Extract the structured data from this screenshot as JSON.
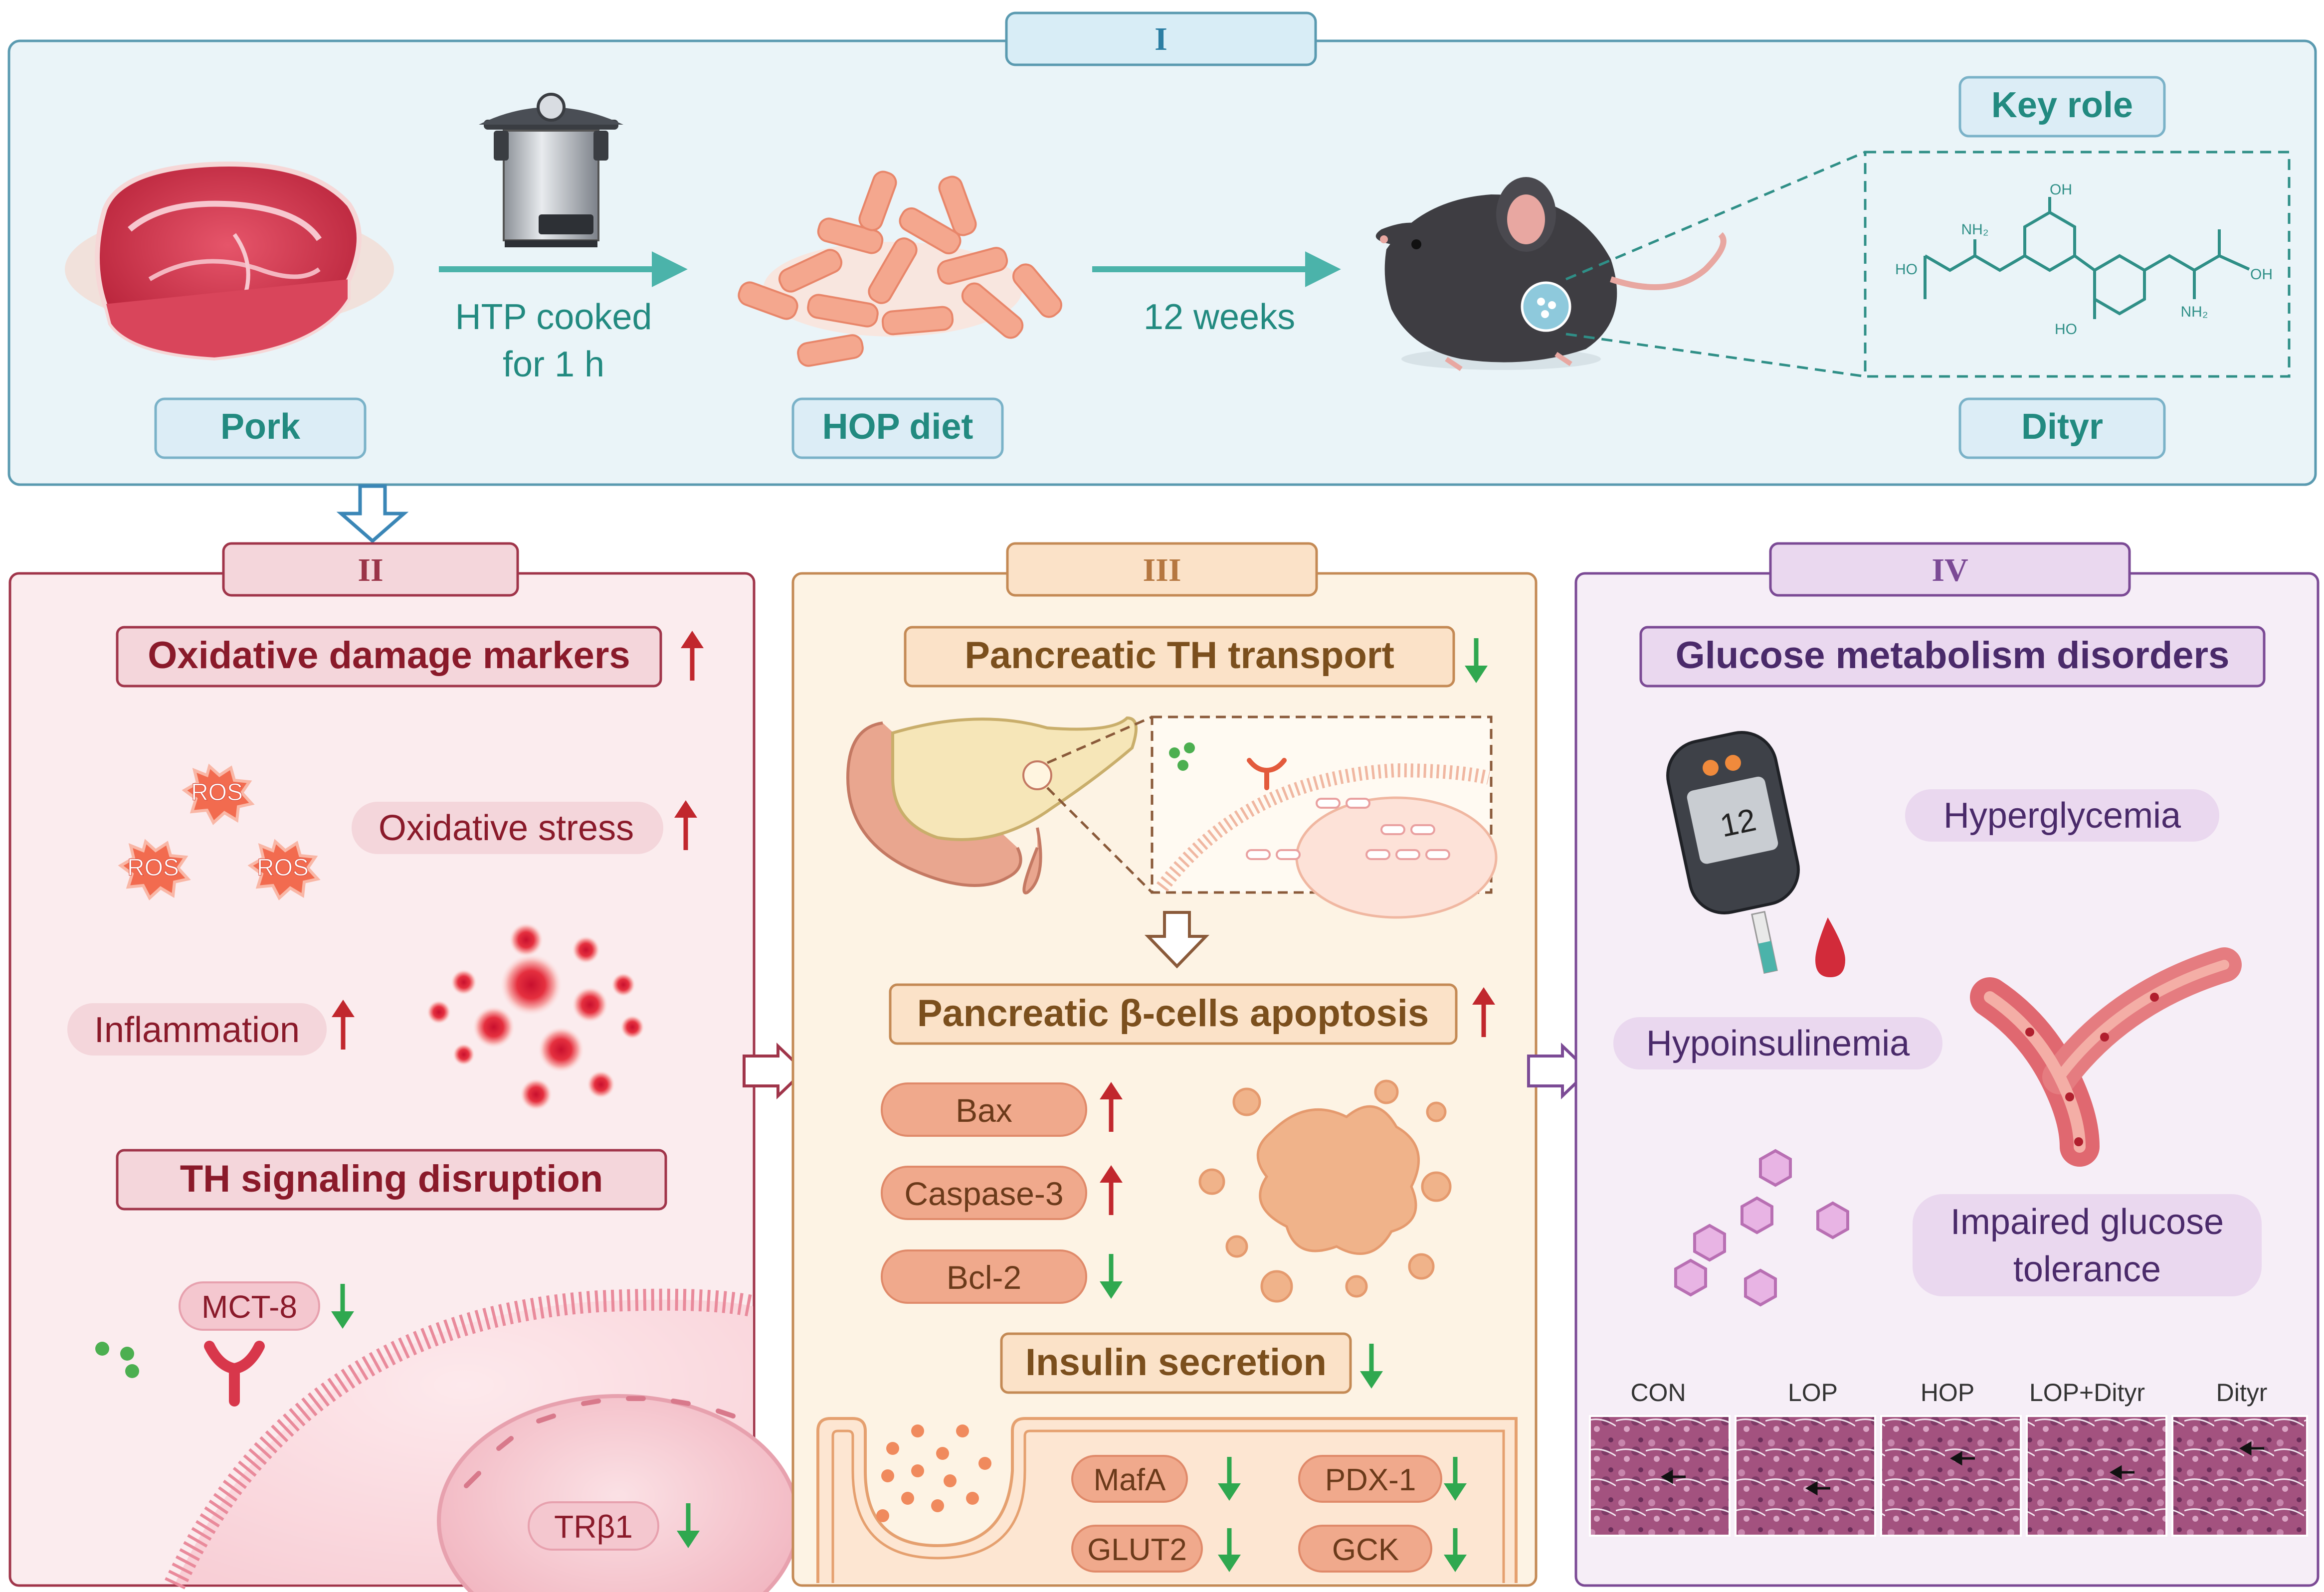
{
  "colors": {
    "teal": "#2f8f87",
    "teal_text": "#228a80",
    "dark_red": "#8a1a2a",
    "brown": "#7b4f1d",
    "purple": "#4a2a6a",
    "arrow_up": "#c1272d",
    "arrow_down": "#2fa84f",
    "panel1_bg": "#eaf4f8",
    "panel2_bg": "#fbecee",
    "panel3_bg": "#fdf3e4",
    "panel4_bg": "#f6eef7"
  },
  "panel1": {
    "label": "I",
    "pork": "Pork",
    "cook_line1": "HTP cooked",
    "cook_line2": "for 1 h",
    "hop_diet": "HOP diet",
    "duration": "12 weeks",
    "key_role": "Key role",
    "dityr": "Dityr",
    "molecule": {
      "nh2_a": "NH₂",
      "oh_a": "OH",
      "ho_a": "HO",
      "oh_b": "OH",
      "ho_b": "HO",
      "nh2_b": "NH₂"
    }
  },
  "panel2": {
    "label": "II",
    "oxidative_damage": "Oxidative damage markers",
    "ros": "ROS",
    "oxidative_stress": "Oxidative stress",
    "inflammation": "Inflammation",
    "th_signaling": "TH signaling disruption",
    "mct8": "MCT-8",
    "trb1": "TRβ1"
  },
  "panel3": {
    "label": "III",
    "th_transport": "Pancreatic TH transport",
    "beta_apoptosis": "Pancreatic β-cells apoptosis",
    "bax": "Bax",
    "caspase3": "Caspase-3",
    "bcl2": "Bcl-2",
    "insulin_secretion": "Insulin secretion",
    "mafa": "MafA",
    "pdx1": "PDX-1",
    "glut2": "GLUT2",
    "gck": "GCK"
  },
  "panel4": {
    "label": "IV",
    "glucose_disorders": "Glucose metabolism disorders",
    "meter_reading": "12",
    "hyperglycemia": "Hyperglycemia",
    "hypoinsulinemia": "Hypoinsulinemia",
    "impaired_line1": "Impaired glucose",
    "impaired_line2": "tolerance",
    "histology_labels": [
      "CON",
      "LOP",
      "HOP",
      "LOP+Dityr",
      "Dityr"
    ]
  }
}
